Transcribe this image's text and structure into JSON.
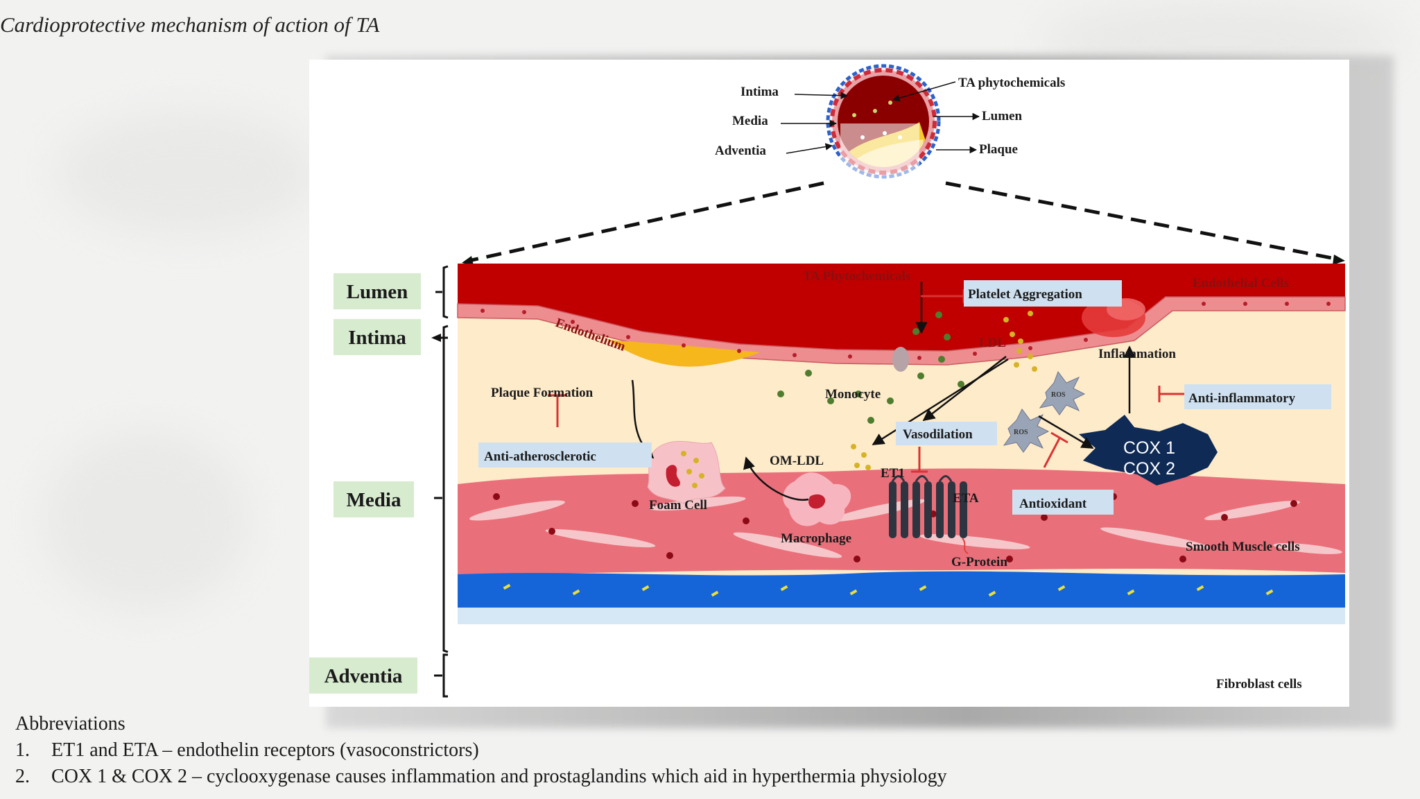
{
  "slide": {
    "title": "Cardioprotective mechanism of action of TA"
  },
  "vessel_labels": {
    "intima": "Intima",
    "media": "Media",
    "adventia": "Adventia",
    "ta_phytochemicals": "TA phytochemicals",
    "lumen": "Lumen",
    "plaque": "Plaque"
  },
  "layers": {
    "lumen": "Lumen",
    "intima": "Intima",
    "media": "Media",
    "adventia": "Adventia"
  },
  "diagram_labels": {
    "ta_phyto": "TA Phytochemicals",
    "platelet_aggregation": "Platelet Aggregation",
    "endothelial_cells": "Endothelial Cells",
    "endothelium": "Endothelium",
    "ldl": "LDL",
    "inflammation": "Inflammation",
    "anti_inflammatory": "Anti-inflammatory",
    "plaque_formation": "Plaque Formation",
    "monocyte": "Monocyte",
    "vasodilation": "Vasodilation",
    "ros_1": "ROS",
    "ros_2": "ROS",
    "anti_atherosclerotic": "Anti-atherosclerotic",
    "om_ldl": "OM-LDL",
    "et1": "ET1",
    "eta": "ETA",
    "cox1": "COX 1",
    "cox2": "COX 2",
    "foam_cell": "Foam Cell",
    "macrophage": "Macrophage",
    "antioxidant": "Antioxidant",
    "g_protein": "G-Protein",
    "smooth_muscle": "Smooth Muscle cells",
    "fibroblast": "Fibroblast cells"
  },
  "abbreviations": {
    "heading": "Abbreviations",
    "items": [
      {
        "num": "1.",
        "text": "ET1 and ETA – endothelin receptors (vasoconstrictors)"
      },
      {
        "num": "2.",
        "text": "COX 1 & COX 2 –  cyclooxygenase causes inflammation and prostaglandins which aid in hyperthermia physiology"
      }
    ]
  },
  "colors": {
    "lumen_red": "#c00000",
    "intima_pink": "#ee8d90",
    "media_cream": "#fdebc9",
    "muscle_pink": "#e9707a",
    "adventia_blue": "#1565d8",
    "label_box_green": "#d7ebcf",
    "label_box_blue": "#cfe1f1",
    "cox_navy": "#0e2a55"
  }
}
